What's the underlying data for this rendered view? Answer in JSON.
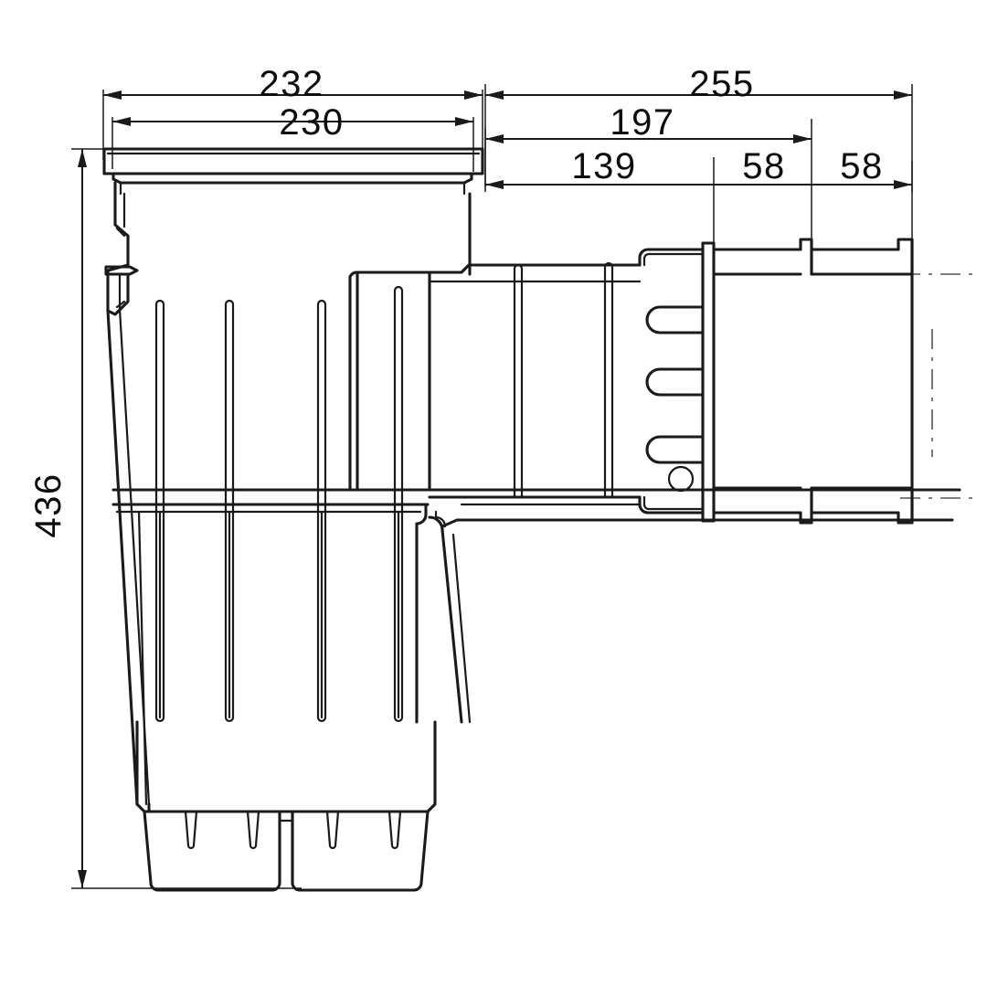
{
  "drawing": {
    "title": "Pool skimmer cross-section technical drawing",
    "units": "mm",
    "background_color": "#ffffff",
    "line_color": "#1a1a1a"
  },
  "dimensions": {
    "top_overall_left": "232",
    "top_inner_left": "230",
    "top_overall_right": "255",
    "top_mid_right": "197",
    "top_lower_left": "139",
    "top_lower_mid": "58",
    "top_lower_right": "58",
    "vertical_height": "436"
  },
  "labels": [
    {
      "id": "d232",
      "value": "232"
    },
    {
      "id": "d230",
      "value": "230"
    },
    {
      "id": "d255",
      "value": "255"
    },
    {
      "id": "d197",
      "value": "197"
    },
    {
      "id": "d139",
      "value": "139"
    },
    {
      "id": "d58a",
      "value": "58"
    },
    {
      "id": "d58b",
      "value": "58"
    },
    {
      "id": "d436",
      "value": "436"
    }
  ]
}
